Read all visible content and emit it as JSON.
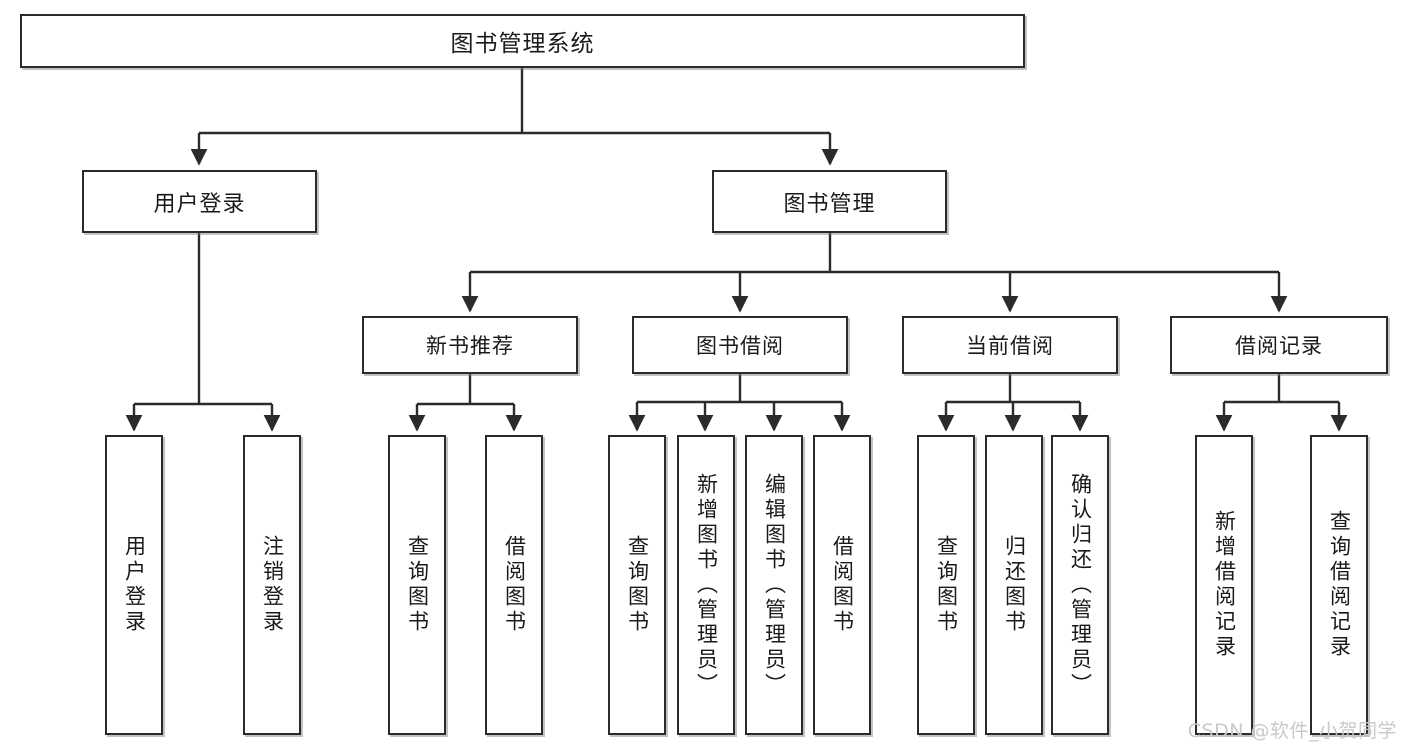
{
  "diagram": {
    "title": "图书管理系统",
    "type": "tree",
    "watermark": "CSDN @软件_小贺同学",
    "colors": {
      "node_border": "#2b2b2b",
      "node_fill": "#ffffff",
      "edge": "#2b2b2b",
      "text": "#1a1a1a",
      "watermark": "#c9c9c9"
    },
    "nodes": {
      "root": {
        "label": "图书管理系统"
      },
      "level2": [
        {
          "id": "user-login",
          "label": "用户登录"
        },
        {
          "id": "book-manage",
          "label": "图书管理"
        }
      ],
      "level3": [
        {
          "id": "new-book-rec",
          "label": "新书推荐"
        },
        {
          "id": "book-borrow",
          "label": "图书借阅"
        },
        {
          "id": "current-borrow",
          "label": "当前借阅"
        },
        {
          "id": "borrow-record",
          "label": "借阅记录"
        }
      ],
      "leaves": {
        "user_login": [
          {
            "id": "leaf-user-login",
            "label": "用户登录"
          },
          {
            "id": "leaf-logout",
            "label": "注销登录"
          }
        ],
        "new_book_rec": [
          {
            "id": "leaf-query-book-1",
            "label": "查询图书"
          },
          {
            "id": "leaf-borrow-book-1",
            "label": "借阅图书"
          }
        ],
        "book_borrow": [
          {
            "id": "leaf-query-book-2",
            "label": "查询图书"
          },
          {
            "id": "leaf-add-book",
            "label": "新增图书（管理员）"
          },
          {
            "id": "leaf-edit-book",
            "label": "编辑图书（管理员）"
          },
          {
            "id": "leaf-borrow-book-2",
            "label": "借阅图书"
          }
        ],
        "current_borrow": [
          {
            "id": "leaf-query-book-3",
            "label": "查询图书"
          },
          {
            "id": "leaf-return-book",
            "label": "归还图书"
          },
          {
            "id": "leaf-confirm-return",
            "label": "确认归还（管理员）"
          }
        ],
        "borrow_record": [
          {
            "id": "leaf-add-record",
            "label": "新增借阅记录"
          },
          {
            "id": "leaf-query-record",
            "label": "查询借阅记录"
          }
        ]
      }
    }
  }
}
